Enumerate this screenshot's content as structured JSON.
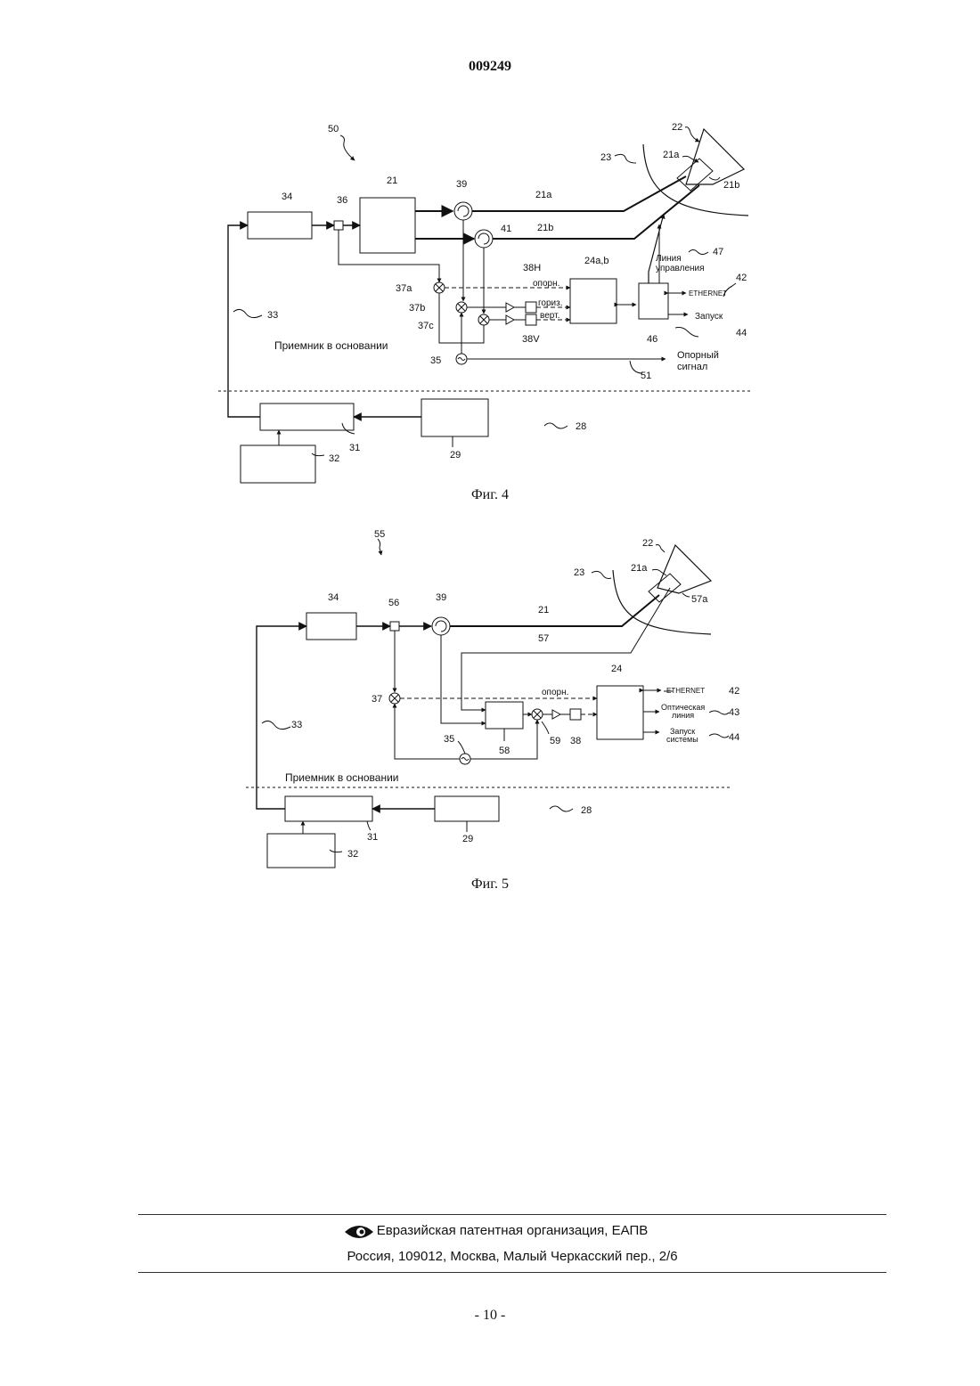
{
  "header": {
    "document_number": "009249"
  },
  "fig4": {
    "caption": "Фиг. 4",
    "refs": {
      "r50": "50",
      "r22": "22",
      "r23": "23",
      "r21a_horn": "21a",
      "r21b_horn": "21b",
      "r34": "34",
      "r36": "36",
      "r21": "21",
      "r39": "39",
      "r21a_line": "21a",
      "r41": "41",
      "r21b_line": "21b",
      "r47": "47",
      "r42": "42",
      "r38H": "38H",
      "r24ab": "24a,b",
      "r37a": "37a",
      "r37b": "37b",
      "r37c": "37c",
      "r38V": "38V",
      "r46": "46",
      "r44": "44",
      "r35": "35",
      "r51": "51",
      "r33": "33",
      "r28": "28",
      "r31": "31",
      "r32": "32",
      "r29": "29"
    },
    "labels": {
      "control_line": [
        "Линия",
        "управления"
      ],
      "ethernet": "ETHERNET",
      "launch": "Запуск",
      "ref_short": "опорн.",
      "horiz": "гориз.",
      "vert": "верт.",
      "base_receiver": "Приемник в основании",
      "ref_signal": [
        "Опорный",
        "сигнал"
      ]
    }
  },
  "fig5": {
    "caption": "Фиг. 5",
    "refs": {
      "r55": "55",
      "r22": "22",
      "r23": "23",
      "r21a": "21a",
      "r57a": "57a",
      "r34": "34",
      "r56": "56",
      "r39": "39",
      "r21": "21",
      "r57": "57",
      "r24": "24",
      "r37": "37",
      "r42": "42",
      "r43": "43",
      "r44": "44",
      "r35": "35",
      "r58": "58",
      "r59": "59",
      "r38": "38",
      "r33": "33",
      "r28": "28",
      "r31": "31",
      "r29": "29",
      "r32": "32"
    },
    "labels": {
      "ref_short": "опорн.",
      "ethernet": "ETHERNET",
      "optical_line": [
        "Оптическая",
        "линия"
      ],
      "system_launch": [
        "Запуск",
        "системы"
      ],
      "base_receiver": "Приемник в основании"
    }
  },
  "footer": {
    "organization": "Евразийская патентная организация, ЕАПВ",
    "address": "Россия, 109012, Москва, Малый Черкасский пер., 2/6"
  },
  "page_number": "- 10 -"
}
